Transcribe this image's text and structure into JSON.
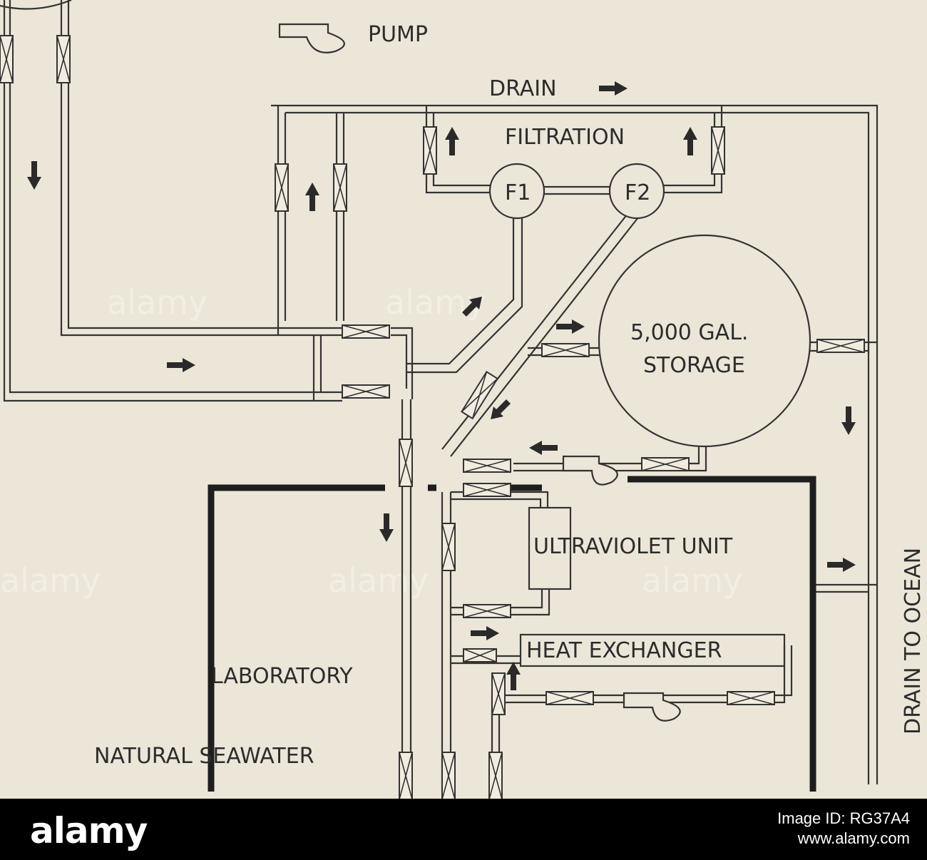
{
  "labels": {
    "pump": "PUMP",
    "drain": "DRAIN",
    "filtration": "FILTRATION",
    "filter1": "F1",
    "filter2": "F2",
    "storage_line1": "5,000 GAL.",
    "storage_line2": "STORAGE",
    "uv_unit": "ULTRAVIOLET UNIT",
    "heat_exchanger": "HEAT EXCHANGER",
    "laboratory": "LABORATORY",
    "natural_seawater": "NATURAL SEAWATER",
    "drain_to_ocean": "DRAIN TO OCEAN"
  },
  "watermark": "alamy",
  "footer": {
    "brand": "alamy",
    "image_id_line1": "Image ID: RG37A4",
    "image_id_line2": "www.alamy.com"
  },
  "colors": {
    "paper": "#ebe6d8",
    "ink": "#2c2c2c",
    "footer_bg": "#000000"
  }
}
